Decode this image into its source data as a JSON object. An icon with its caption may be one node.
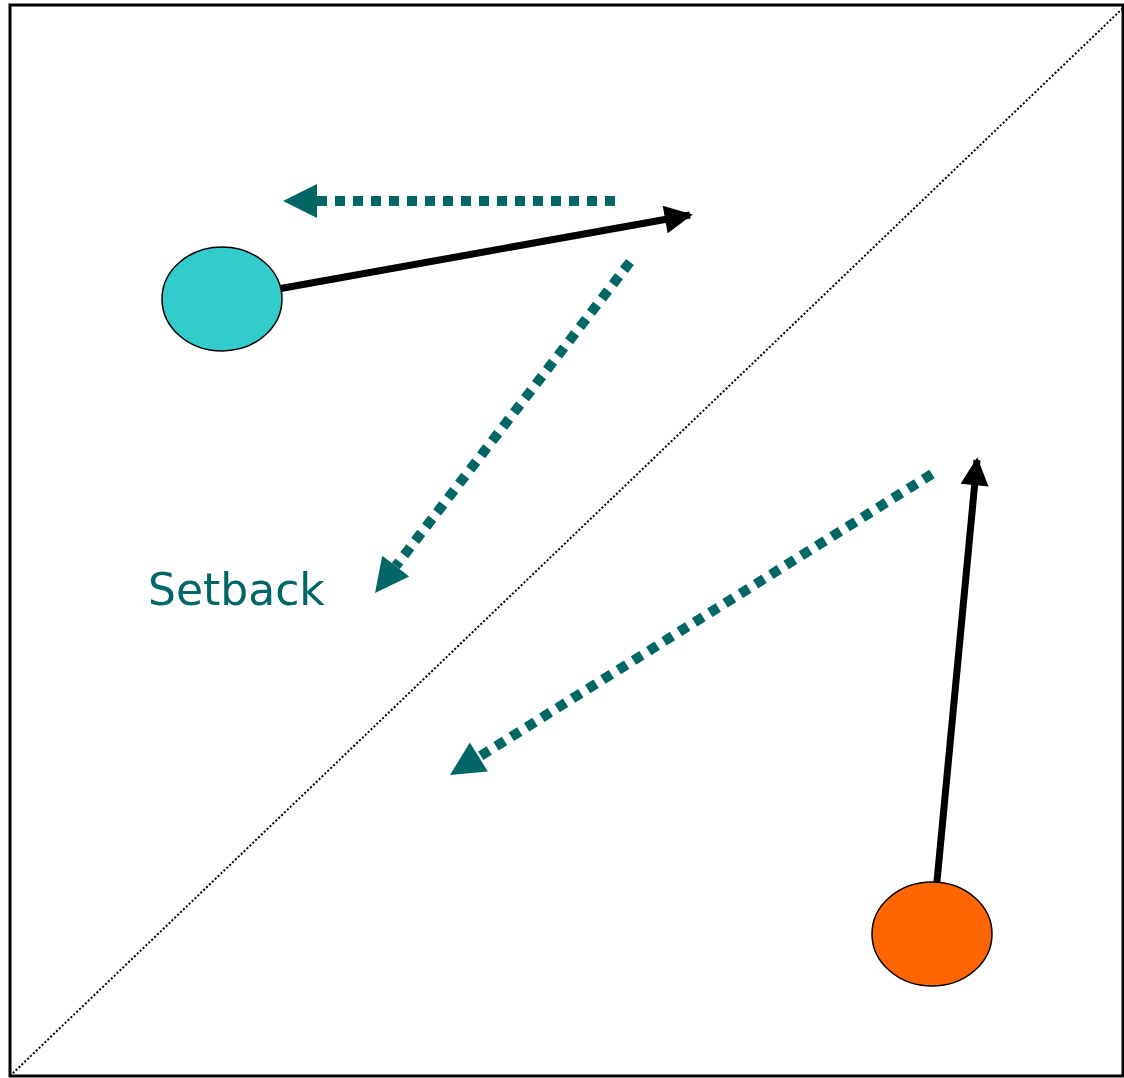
{
  "diagram": {
    "nodes": [
      {
        "text": [],
        "shape": "circle"
      },
      {
        "text": [],
        "shape": "circle"
      }
    ],
    "edges": [
      {
        "from": 0,
        "to": null,
        "arrow": "to"
      },
      {
        "from": 1,
        "to": null,
        "arrow": "to"
      }
    ],
    "labels": [
      "Setback"
    ]
  }
}
